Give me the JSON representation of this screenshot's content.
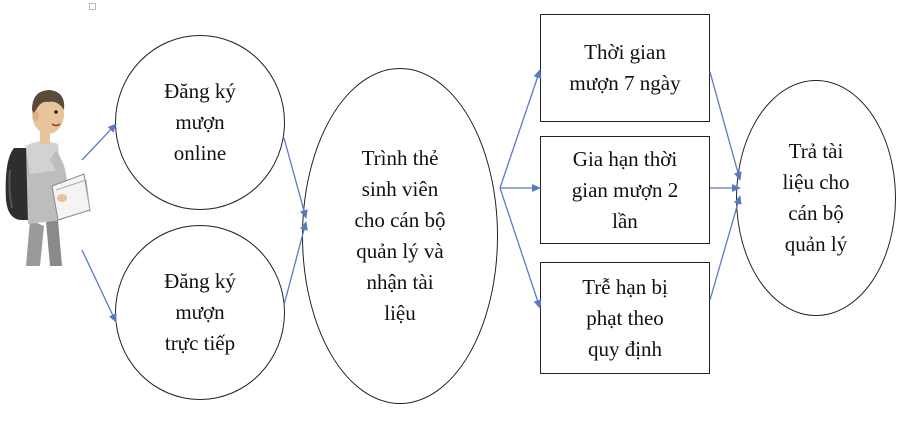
{
  "colors": {
    "arrow": "#5b7bc0",
    "border": "#222222",
    "text": "#111111"
  },
  "icons": {
    "student": "student-with-backpack-icon"
  },
  "nodes": {
    "register_online": "Đăng ký\nmượn\nonline",
    "register_direct": "Đăng ký\nmượn\ntrực tiếp",
    "present_card": "Trình thẻ\nsinh viên\ncho cán bộ\nquản lý và\nnhận tài\nliệu",
    "borrow_time": "Thời gian\nmượn 7 ngày",
    "extend": "Gia hạn thời\ngian mượn 2\nlần",
    "late_penalty": "Trễ hạn bị\nphạt theo\nquy định",
    "return_docs": "Trả tài\nliệu cho\ncán bộ\nquản lý"
  }
}
